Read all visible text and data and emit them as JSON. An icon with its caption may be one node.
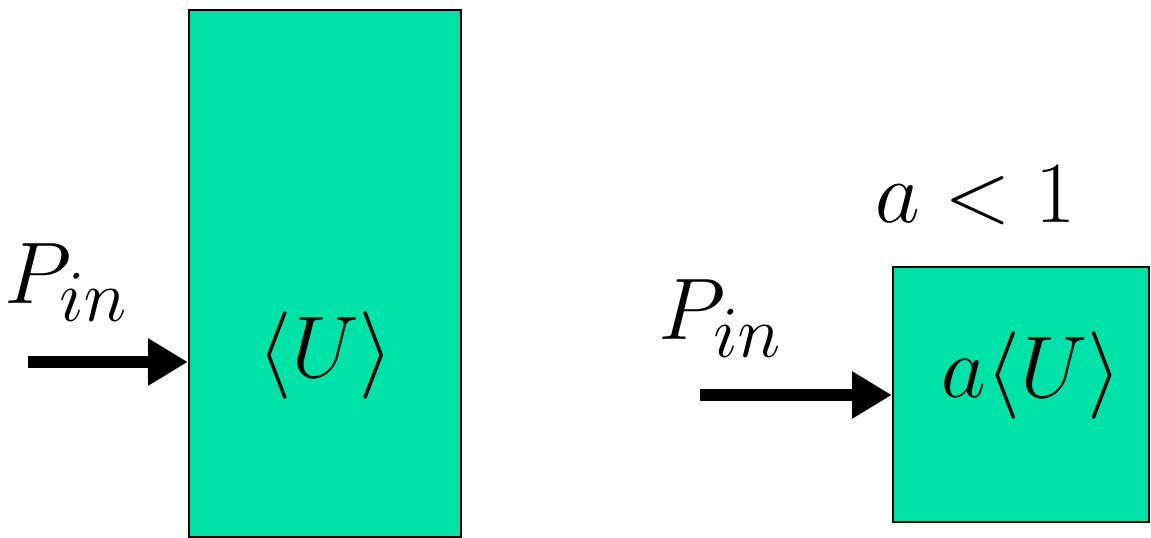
{
  "diagram": {
    "nodes": [
      {
        "text": [
          "\\langle U\\rangle"
        ]
      },
      {
        "text": [
          "a\\langle U\\rangle"
        ],
        "beside": [
          "a<1"
        ]
      }
    ],
    "edges": [
      {
        "from": null,
        "to": 0,
        "arrow": "to"
      },
      {
        "from": null,
        "to": 1,
        "arrow": "to"
      }
    ],
    "labels": [
      "P_{in}",
      "P_{in}"
    ]
  }
}
